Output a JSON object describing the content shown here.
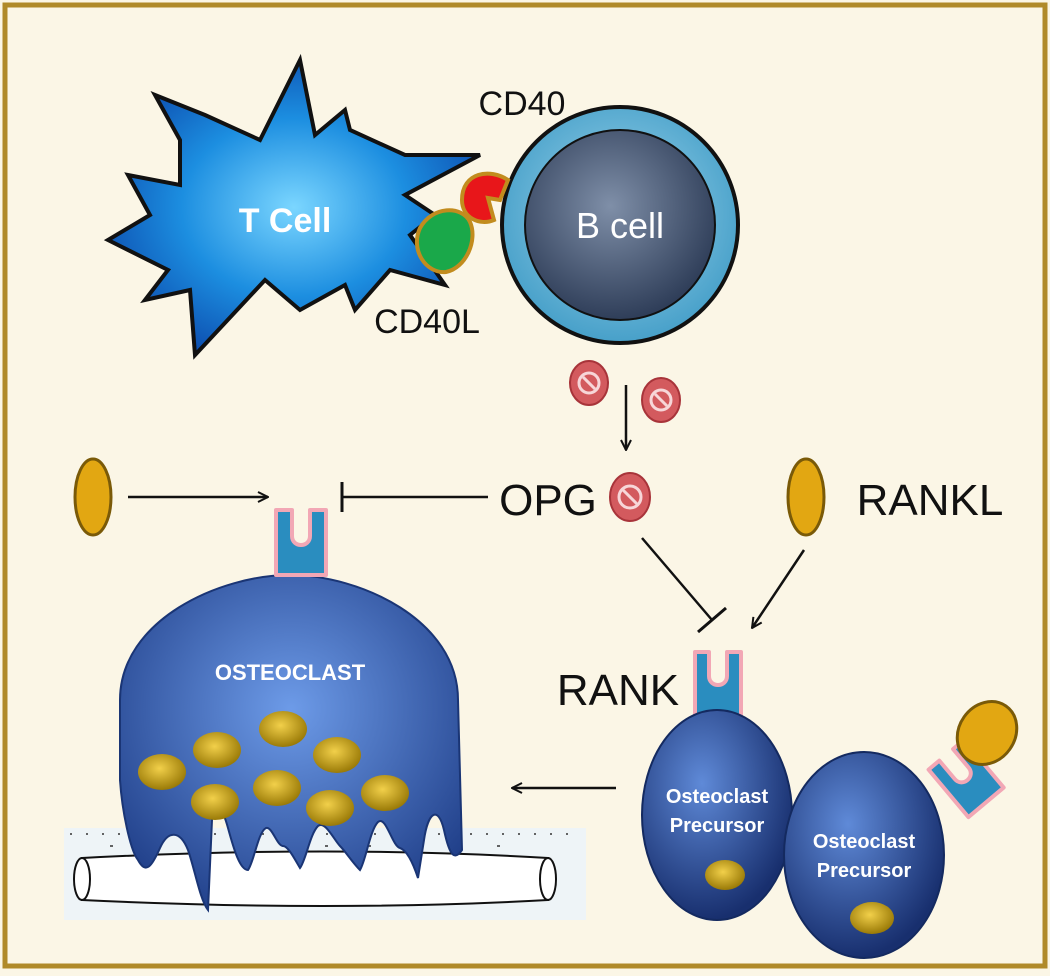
{
  "labels": {
    "t_cell": "T Cell",
    "b_cell": "B cell",
    "cd40": "CD40",
    "cd40l": "CD40L",
    "opg": "OPG",
    "rankl": "RANKL",
    "rank": "RANK",
    "osteoclast": "OSTEOCLAST",
    "precursor_line1": "Osteoclast",
    "precursor_line2": "Precursor"
  },
  "colors": {
    "background": "#fbf6e6",
    "frame": "#b08a2a",
    "t_cell": "#1c8ee0",
    "b_cell_ring": "#4aaed0",
    "b_cell_core": "#5d6f88",
    "cd40": "#e8161a",
    "cd40l": "#1aa84a",
    "opg": "#d35a5e",
    "rankl": "#e2a712",
    "rank_receptor": "#2a8dbf",
    "rank_outline": "#f2a7b5",
    "osteoclast": "#2e5aa8",
    "precursor": "#2a4f98",
    "nucleus": "#c4a10f",
    "bone": "#eef4f7"
  },
  "icons": {
    "opg": "opg-molecule-icon",
    "rankl": "rankl-ligand-icon",
    "rank": "rank-receptor-icon",
    "inhibit": "inhibition-bar-icon",
    "activate": "arrow-icon"
  }
}
